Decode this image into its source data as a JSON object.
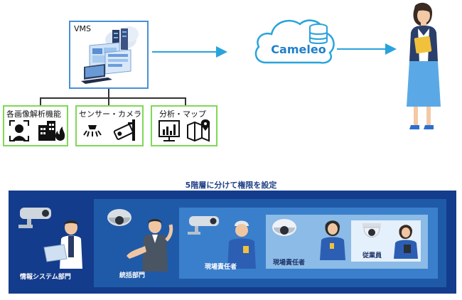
{
  "vms": {
    "label": "VMS"
  },
  "cloud": {
    "label": "Cameleo"
  },
  "features": [
    {
      "label": "各画像解析機能",
      "icons": [
        "face-recognition-icon",
        "building-fire-icon"
      ]
    },
    {
      "label": "センサー・カメラ",
      "icons": [
        "sensor-icon",
        "camera-icon"
      ]
    },
    {
      "label": "分析・マップ",
      "icons": [
        "analytics-chart-icon",
        "map-pin-icon"
      ]
    }
  ],
  "banner": {
    "title": "5階層に分けて権限を設定",
    "tiers": [
      {
        "label": "情報システム部門"
      },
      {
        "label": "統括部門"
      },
      {
        "label": "現場責任者"
      },
      {
        "label": "現場責任者"
      },
      {
        "label": "従業員"
      }
    ]
  },
  "colors": {
    "accent_blue": "#29a3dc",
    "box_blue": "#4a8fd6",
    "feature_green": "#7ed957",
    "banner_navy": "#143c8c",
    "cameleo_text": "#1f7fc9"
  }
}
